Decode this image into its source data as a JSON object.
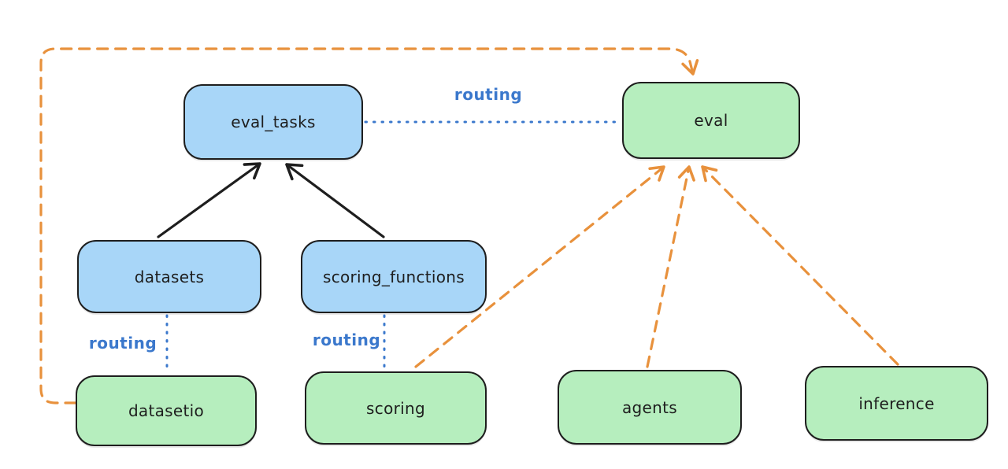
{
  "diagram": {
    "nodes": {
      "eval_tasks": {
        "label": "eval_tasks",
        "kind": "registry",
        "fill": "#a8d6f8"
      },
      "eval": {
        "label": "eval",
        "kind": "api",
        "fill": "#b6eebe"
      },
      "datasets": {
        "label": "datasets",
        "kind": "registry",
        "fill": "#a8d6f8"
      },
      "scoring_functions": {
        "label": "scoring_functions",
        "kind": "registry",
        "fill": "#a8d6f8"
      },
      "datasetio": {
        "label": "datasetio",
        "kind": "api",
        "fill": "#b6eebe"
      },
      "scoring": {
        "label": "scoring",
        "kind": "api",
        "fill": "#b6eebe"
      },
      "agents": {
        "label": "agents",
        "kind": "api",
        "fill": "#b6eebe"
      },
      "inference": {
        "label": "inference",
        "kind": "api",
        "fill": "#b6eebe"
      }
    },
    "edges": [
      {
        "from": "datasets",
        "to": "eval_tasks",
        "style": "solid-arrow",
        "color": "#1e1e1e"
      },
      {
        "from": "scoring_functions",
        "to": "eval_tasks",
        "style": "solid-arrow",
        "color": "#1e1e1e"
      },
      {
        "from": "eval_tasks",
        "to": "eval",
        "style": "dotted",
        "label": "routing",
        "color": "#3b78cc"
      },
      {
        "from": "datasets",
        "to": "datasetio",
        "style": "dotted",
        "label": "routing",
        "color": "#3b78cc"
      },
      {
        "from": "scoring_functions",
        "to": "scoring",
        "style": "dotted",
        "label": "routing",
        "color": "#3b78cc"
      },
      {
        "from": "datasetio",
        "to": "eval",
        "style": "dashed-arrow",
        "color": "#e8913c"
      },
      {
        "from": "scoring",
        "to": "eval",
        "style": "dashed-arrow",
        "color": "#e8913c"
      },
      {
        "from": "agents",
        "to": "eval",
        "style": "dashed-arrow",
        "color": "#e8913c"
      },
      {
        "from": "inference",
        "to": "eval",
        "style": "dashed-arrow",
        "color": "#e8913c"
      }
    ],
    "colors": {
      "background": "#ffffff",
      "node_border": "#1e1e1e",
      "blue_fill": "#a8d6f8",
      "green_fill": "#b6eebe",
      "routing_blue": "#3b78cc",
      "orange_dashed": "#e8913c",
      "solid_arrow": "#1e1e1e"
    }
  }
}
